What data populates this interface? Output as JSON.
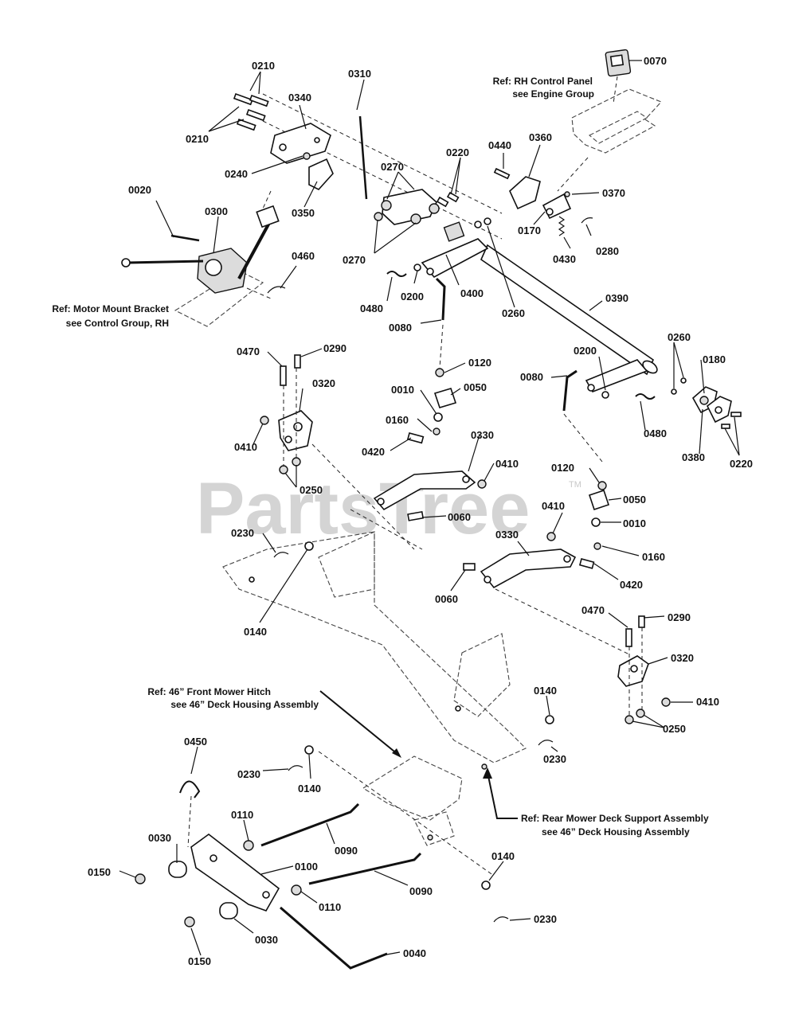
{
  "watermark": {
    "text": "PartsTree",
    "trademark": "TM"
  },
  "references": [
    {
      "id": "rh-control-panel",
      "lines": [
        "Ref: RH Control Panel",
        "see Engine Group"
      ]
    },
    {
      "id": "motor-mount",
      "lines": [
        "Ref: Motor Mount Bracket",
        "see  Control Group, RH"
      ]
    },
    {
      "id": "front-hitch",
      "lines": [
        "Ref:  46” Front Mower Hitch",
        "see 46” Deck Housing Assembly"
      ]
    },
    {
      "id": "rear-deck-support",
      "lines": [
        "Ref: Rear Mower Deck Support Assembly",
        "see 46” Deck Housing Assembly"
      ]
    }
  ],
  "part_labels": [
    "0210",
    "0310",
    "0340",
    "0070",
    "0210",
    "0220",
    "0440",
    "0360",
    "0240",
    "0270",
    "0370",
    "0020",
    "0350",
    "0300",
    "0170",
    "0270",
    "0280",
    "0430",
    "0460",
    "0200",
    "0400",
    "0480",
    "0260",
    "0080",
    "0390",
    "0470",
    "0290",
    "0120",
    "0260",
    "0200",
    "0320",
    "0010",
    "0050",
    "0080",
    "0180",
    "0160",
    "0410",
    "0420",
    "0330",
    "0410",
    "0480",
    "0250",
    "0120",
    "0380",
    "0220",
    "0060",
    "0050",
    "0410",
    "0010",
    "0230",
    "0330",
    "0160",
    "0060",
    "0420",
    "0140",
    "0470",
    "0290",
    "0320",
    "0410",
    "0140",
    "0250",
    "0450",
    "0230",
    "0140",
    "0230",
    "0110",
    "0030",
    "0090",
    "0150",
    "0100",
    "0140",
    "0110",
    "0090",
    "0230",
    "0030",
    "0040",
    "0150"
  ]
}
